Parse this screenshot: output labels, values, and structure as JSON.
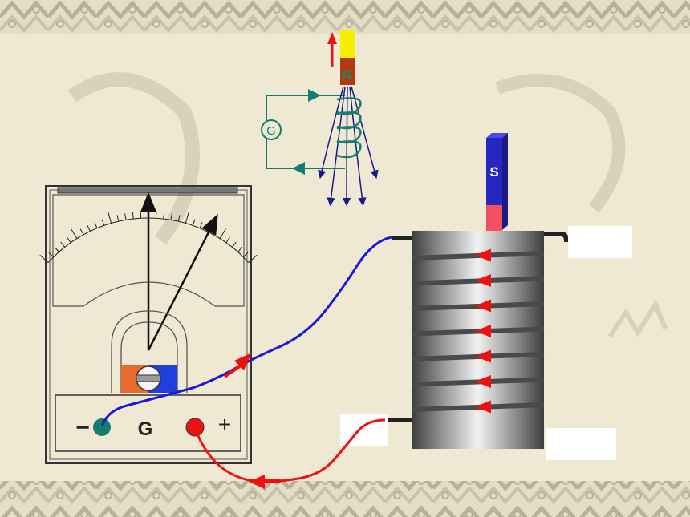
{
  "colors": {
    "background": "#efe9d3",
    "border_pattern": "#bdb7a2",
    "wire_blue": "#1a1ad6",
    "wire_red": "#ee1111",
    "teal": "#137e6e",
    "arrow_red": "#ee1111",
    "coil_dark": "#4a4a4a",
    "magnet_blue": "#2626c0",
    "magnet_red": "#f25060",
    "magnet_yellow": "#f4f000",
    "magnet_brown": "#b23a10",
    "meter_orange": "#e86a2c",
    "meter_blue": "#1f3fe0",
    "label_box": "#ffffff"
  },
  "top_diagram": {
    "magnet_pole_label": "N",
    "galvanometer_label": "G",
    "motion": "up"
  },
  "bar_magnet": {
    "pole_label": "S"
  },
  "galvanometer": {
    "label": "G",
    "minus_label": "−",
    "plus_label": "+"
  },
  "coil": {
    "turns": 7
  }
}
